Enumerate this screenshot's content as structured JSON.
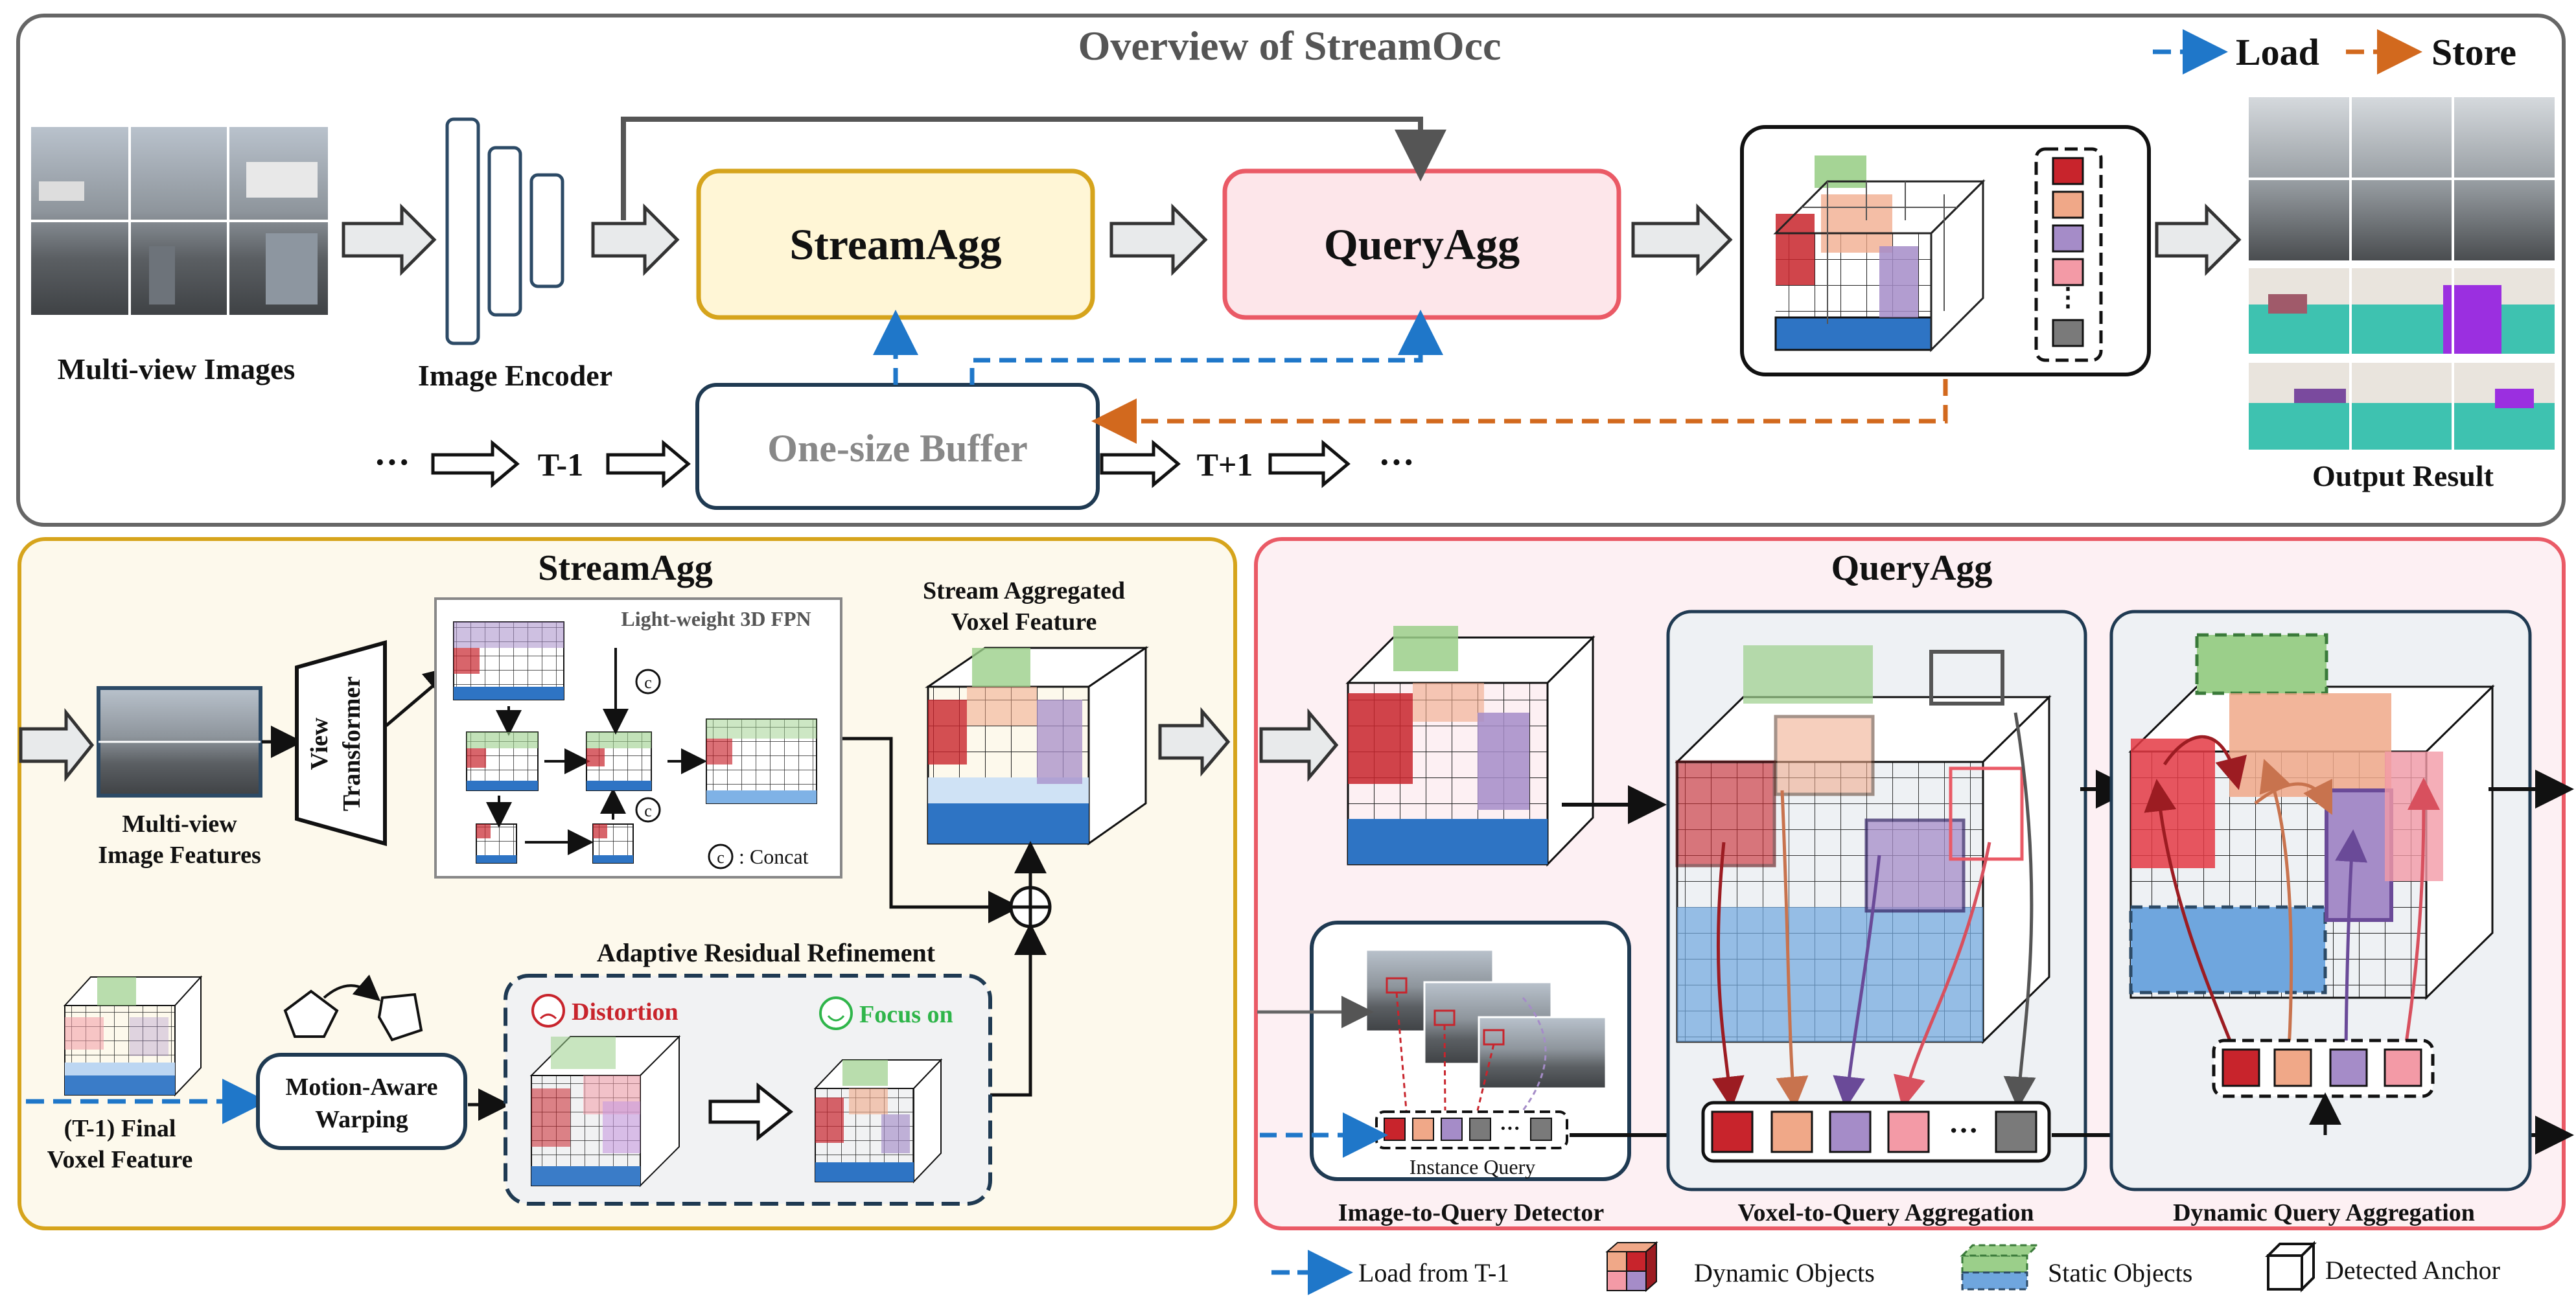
{
  "overview": {
    "title": "Overview of StreamOcc",
    "legend_load": "Load",
    "legend_store": "Store",
    "multiview_images": "Multi-view Images",
    "image_encoder": "Image Encoder",
    "streamagg": "StreamAgg",
    "queryagg": "QueryAgg",
    "buffer": "One-size Buffer",
    "dots": "···",
    "t_minus_1": "T-1",
    "t_plus_1": "T+1",
    "output_result": "Output Result"
  },
  "streamagg_panel": {
    "title": "StreamAgg",
    "mv_features_line1": "Multi-view",
    "mv_features_line2": "Image Features",
    "view_transformer_1": "View",
    "view_transformer_2": "Transformer",
    "fpn_title": "Light-weight 3D FPN",
    "concat_symbol": "c",
    "concat_label": ": Concat",
    "stream_feature_line1": "Stream Aggregated",
    "stream_feature_line2": "Voxel Feature",
    "arr_title": "Adaptive Residual Refinement",
    "distortion": "Distortion",
    "focus_on": "Focus on",
    "final_voxel_line1": "(T-1) Final",
    "final_voxel_line2": "Voxel Feature",
    "motion_line1": "Motion-Aware",
    "motion_line2": "Warping",
    "plus": "⊕"
  },
  "queryagg_panel": {
    "title": "QueryAgg",
    "instance_query": "Instance Query",
    "detector": "Image-to-Query Detector",
    "voxel_to_query": "Voxel-to-Query Aggregation",
    "dynamic_query": "Dynamic Query Aggregation"
  },
  "bottom_legend": {
    "load_from": "Load from T-1",
    "dynamic": "Dynamic Objects",
    "static": "Static Objects",
    "anchor": "Detected Anchor"
  },
  "colors": {
    "load": "#1f77c9",
    "store": "#d2691e",
    "streamagg_fill": "#fff6d6",
    "streamagg_border": "#d6a41c",
    "queryagg_fill": "#fde6ea",
    "queryagg_border": "#ea5a66",
    "panel_streamagg_bg": "#fdf9ec",
    "panel_queryagg_bg": "#fdf0f3",
    "red": "#c8242c",
    "salmon": "#f0a888",
    "purple": "#a58cc8",
    "pink": "#f39aa6",
    "gray": "#7a7a7a",
    "blue": "#3a7cc8",
    "green": "#9bcf8a"
  }
}
